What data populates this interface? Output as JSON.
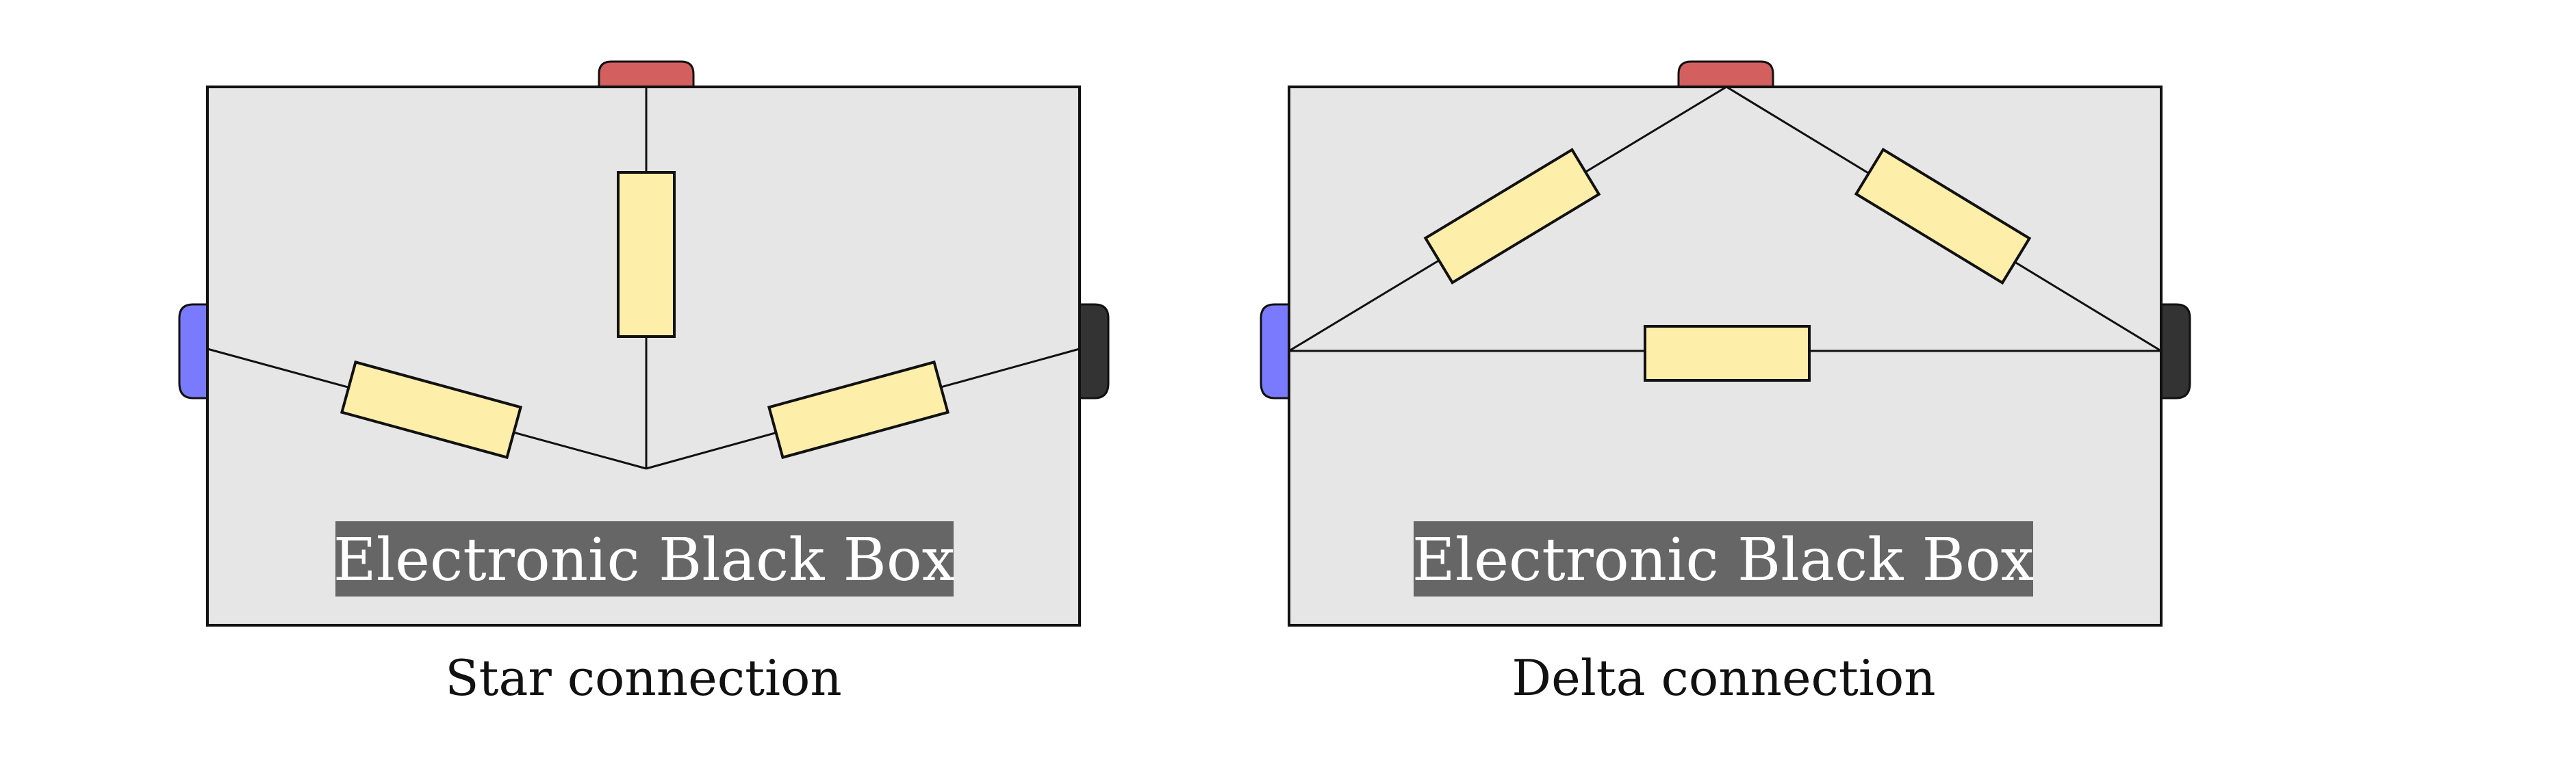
{
  "diagrams": [
    {
      "box_label": "Electronic Black Box",
      "caption": "Star connection"
    },
    {
      "box_label": "Electronic Black Box",
      "caption": "Delta connection"
    }
  ],
  "colors": {
    "box_fill": "#e6e6e6",
    "box_stroke": "#111111",
    "resistor_fill": "#fdeea9",
    "terminal_top": "#d35f5f",
    "terminal_left": "#7a7aff",
    "terminal_right": "#333333",
    "label_bg": "#666666",
    "wire": "#111111"
  }
}
